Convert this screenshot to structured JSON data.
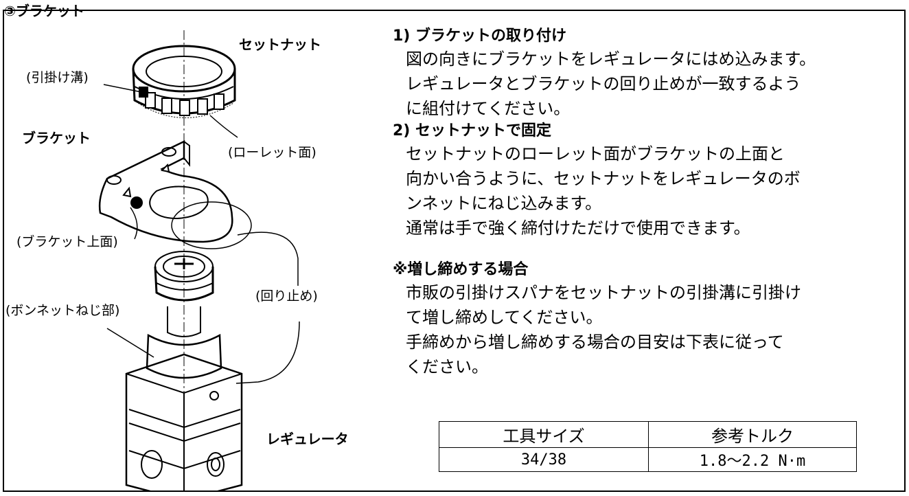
{
  "header": "③ブラケット",
  "figure_labels": {
    "set_nut": "セットナット",
    "hook_groove": "(引掛け溝)",
    "knurled_face": "(ローレット面)",
    "bracket": "ブラケット",
    "bracket_top": "(ブラケット上面)",
    "anti_rotation": "(回り止め)",
    "bonnet_thread": "(ボンネットねじ部)",
    "regulator": "レギュレータ"
  },
  "steps": [
    {
      "heading": "1) ブラケットの取り付け",
      "lines": [
        "図の向きにブラケットをレギュレータにはめ込みます。",
        "レギュレータとブラケットの回り止めが一致するよう",
        "に組付けてください。"
      ]
    },
    {
      "heading": "2) セットナットで固定",
      "lines": [
        "セットナットのローレット面がブラケットの上面と",
        "向かい合うように、セットナットをレギュレータのボ",
        "ンネットにねじ込みます。",
        "通常は手で強く締付けただけで使用できます。"
      ]
    },
    {
      "heading": "※増し締めする場合",
      "lines": [
        "市販の引掛けスパナをセットナットの引掛溝に引掛け",
        "て増し締めしてください。",
        "手締めから増し締めする場合の目安は下表に従って",
        "ください。"
      ]
    }
  ],
  "table": {
    "headers": [
      "工具サイズ",
      "参考トルク"
    ],
    "rows": [
      [
        "34/38",
        "1.8～2.2 N·m"
      ]
    ]
  }
}
